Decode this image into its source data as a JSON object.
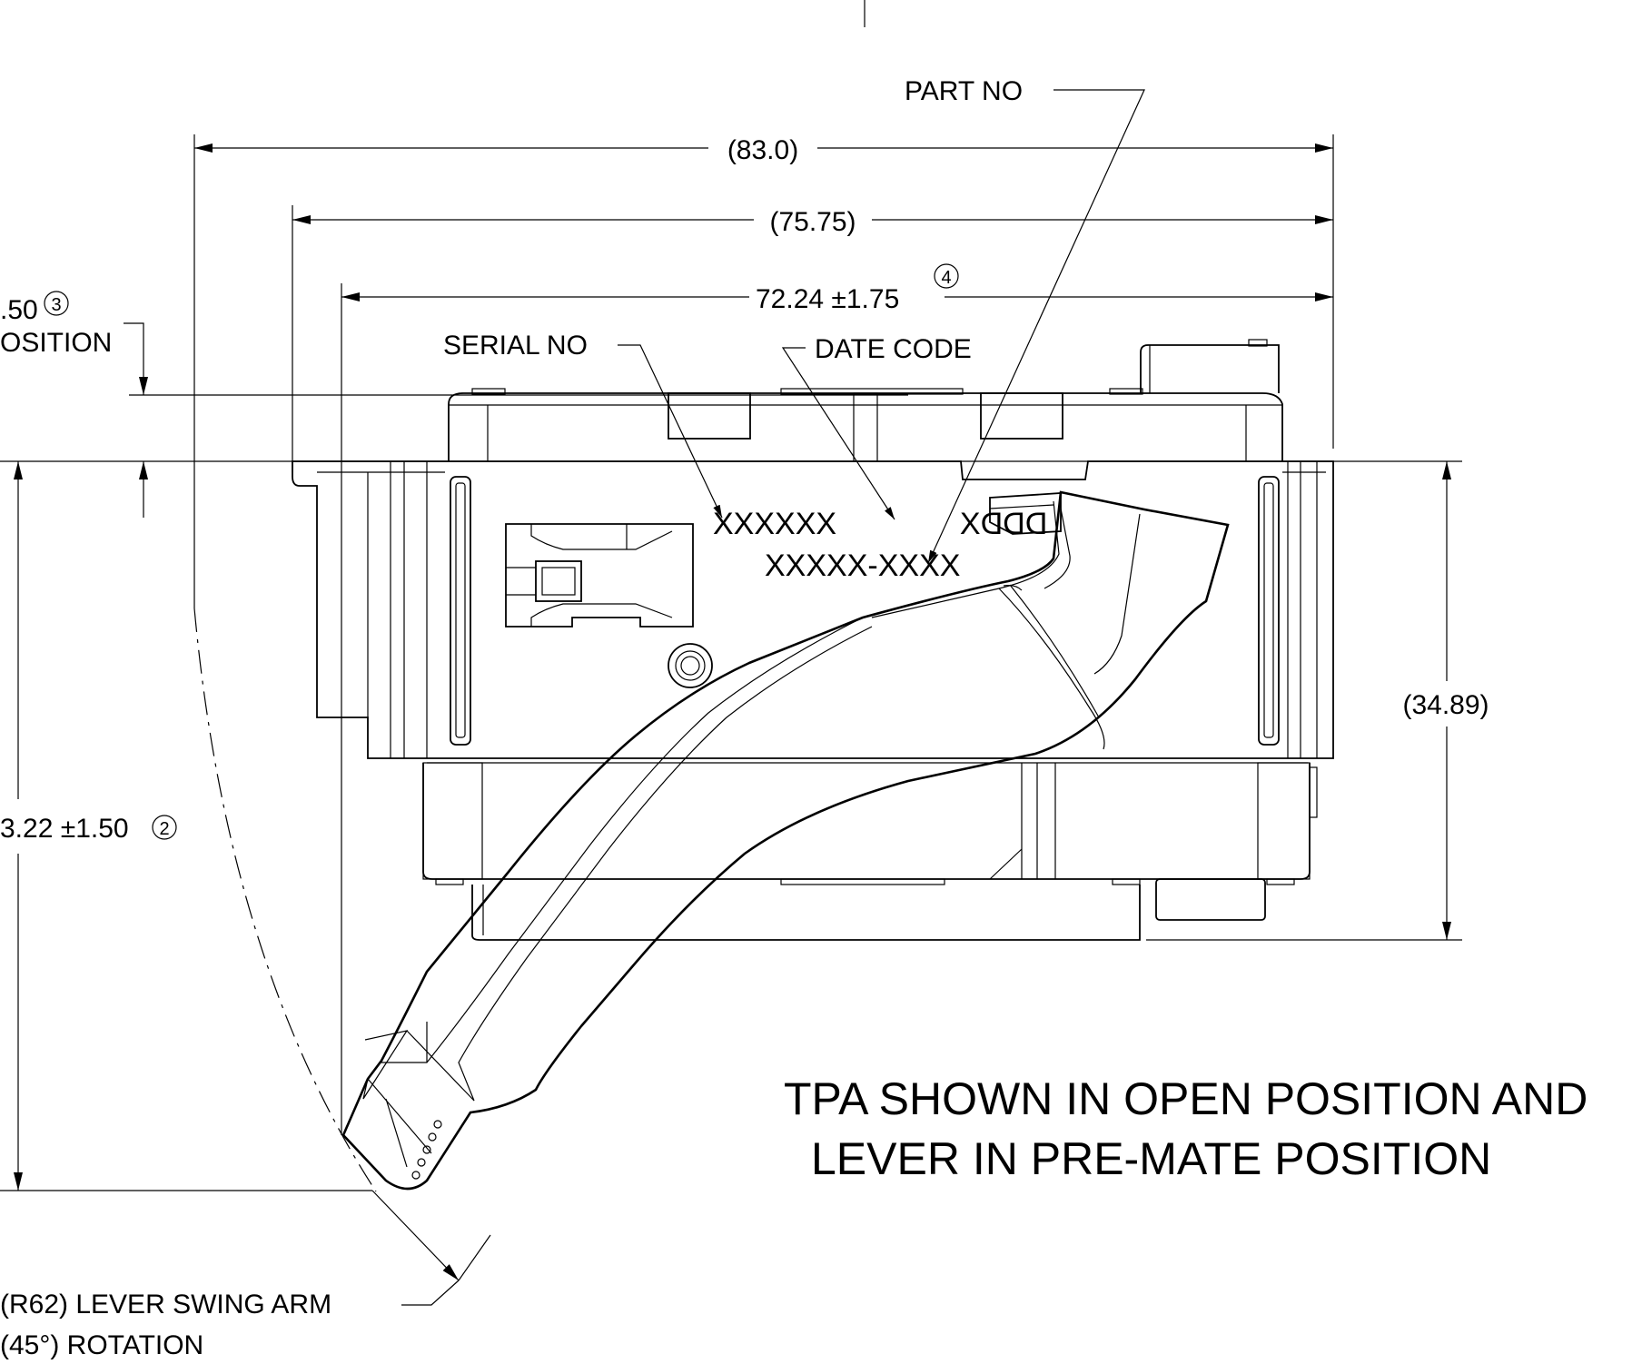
{
  "dimensions": {
    "overall_width": "(83.0)",
    "flange_width": "(75.75)",
    "body_width": "72.24 ±1.75",
    "body_width_note": "4",
    "top_offset_value": ".50",
    "top_offset_note": "3",
    "top_offset_label": "OSITION",
    "height_value": "3.22 ±1.50",
    "height_note": "2",
    "right_height": "(34.89)",
    "swing_arm_radius": "(R62) LEVER SWING ARM",
    "rotation": "(45°) ROTATION"
  },
  "callouts": {
    "part_no": "PART NO",
    "serial_no": "SERIAL NO",
    "date_code": "DATE CODE"
  },
  "markings": {
    "serial_mark": "XXXXXX",
    "date_mark": "DDDX",
    "part_mark": "XXXXX-XXXX"
  },
  "notes": {
    "line1": "TPA SHOWN IN OPEN POSITION AND",
    "line2": "LEVER IN PRE-MATE POSITION"
  }
}
